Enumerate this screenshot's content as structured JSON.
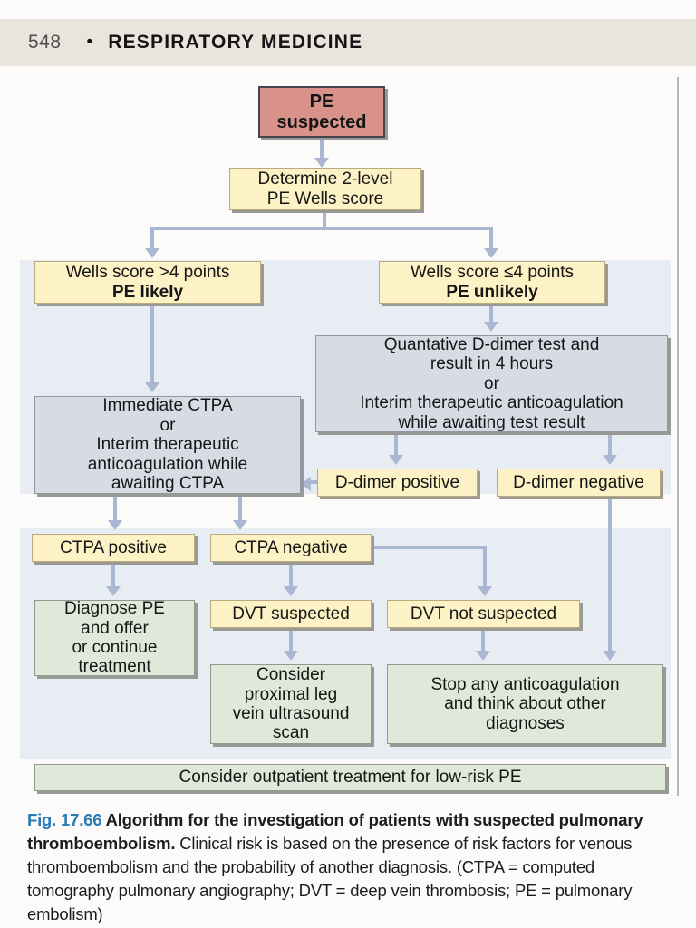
{
  "page": {
    "number": "548",
    "bullet": "•",
    "section": "RESPIRATORY MEDICINE"
  },
  "colors": {
    "header_band": "#e9e5dd",
    "panel_blue": "#e7edf2",
    "node_salmon": "#d9928a",
    "node_yellow": "#fcf2c5",
    "node_gray": "#d7dbe3",
    "node_green": "#e0e9d9",
    "arrow": "#a9b7d3",
    "caption_blue": "#2a7ab5"
  },
  "flowchart": {
    "nodes": {
      "pe_suspected": {
        "label": "PE\nsuspected"
      },
      "determine": {
        "label": "Determine 2-level\nPE Wells score"
      },
      "wells_likely": {
        "line1": "Wells score >4 points",
        "line2": "PE likely"
      },
      "wells_unlikely": {
        "line1": "Wells score ≤4 points",
        "line2": "PE unlikely"
      },
      "quantitative_ddimer": {
        "label": "Quantative D-dimer test and\nresult in 4 hours\nor\nInterim therapeutic anticoagulation\nwhile awaiting test result"
      },
      "immediate_ctpa": {
        "label": "Immediate CTPA\nor\nInterim therapeutic\nanticoagulation while\nawaiting CTPA"
      },
      "ddimer_positive": {
        "label": "D-dimer positive"
      },
      "ddimer_negative": {
        "label": "D-dimer negative"
      },
      "ctpa_positive": {
        "label": "CTPA positive"
      },
      "ctpa_negative": {
        "label": "CTPA negative"
      },
      "diagnose_pe": {
        "label": "Diagnose PE\nand offer\nor continue\ntreatment"
      },
      "dvt_suspected": {
        "label": "DVT suspected"
      },
      "dvt_not_suspected": {
        "label": "DVT not suspected"
      },
      "ultrasound": {
        "label": "Consider\nproximal leg\nvein ultrasound\nscan"
      },
      "stop_anticoagulation": {
        "label": "Stop any anticoagulation\nand think about other\ndiagnoses"
      },
      "outpatient": {
        "label": "Consider outpatient treatment for low-risk PE"
      }
    }
  },
  "caption": {
    "fig_label": "Fig. 17.66",
    "bold_text": " Algorithm for the investigation of patients with suspected pulmonary thromboembolism. ",
    "body_text": "Clinical risk is based on the presence of risk factors for venous thromboembolism and the probability of another diagnosis. (CTPA = computed tomography pulmonary angiography; DVT = deep vein thrombosis; PE = pulmonary embolism)"
  }
}
